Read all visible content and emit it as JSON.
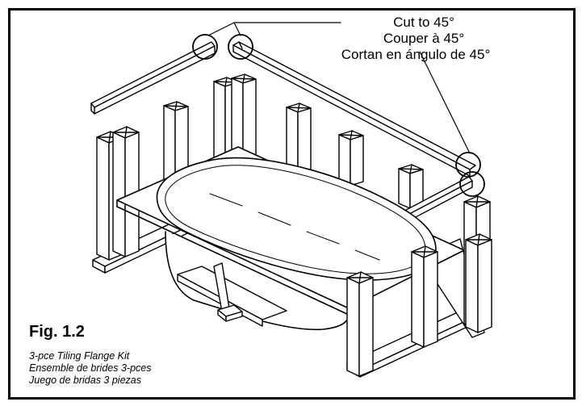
{
  "callout": {
    "line1": "Cut to 45°",
    "line2": "Couper à 45°",
    "line3": "Cortan en ángulo de 45°"
  },
  "figure": {
    "label": "Fig. 1.2",
    "caption": [
      "3-pce Tiling Flange Kit",
      "Ensemble de brides 3-pces",
      "Juego de bridas 3 piezas"
    ]
  },
  "colors": {
    "line": "#000000",
    "background": "#ffffff",
    "shade": "#d9d9d9"
  }
}
